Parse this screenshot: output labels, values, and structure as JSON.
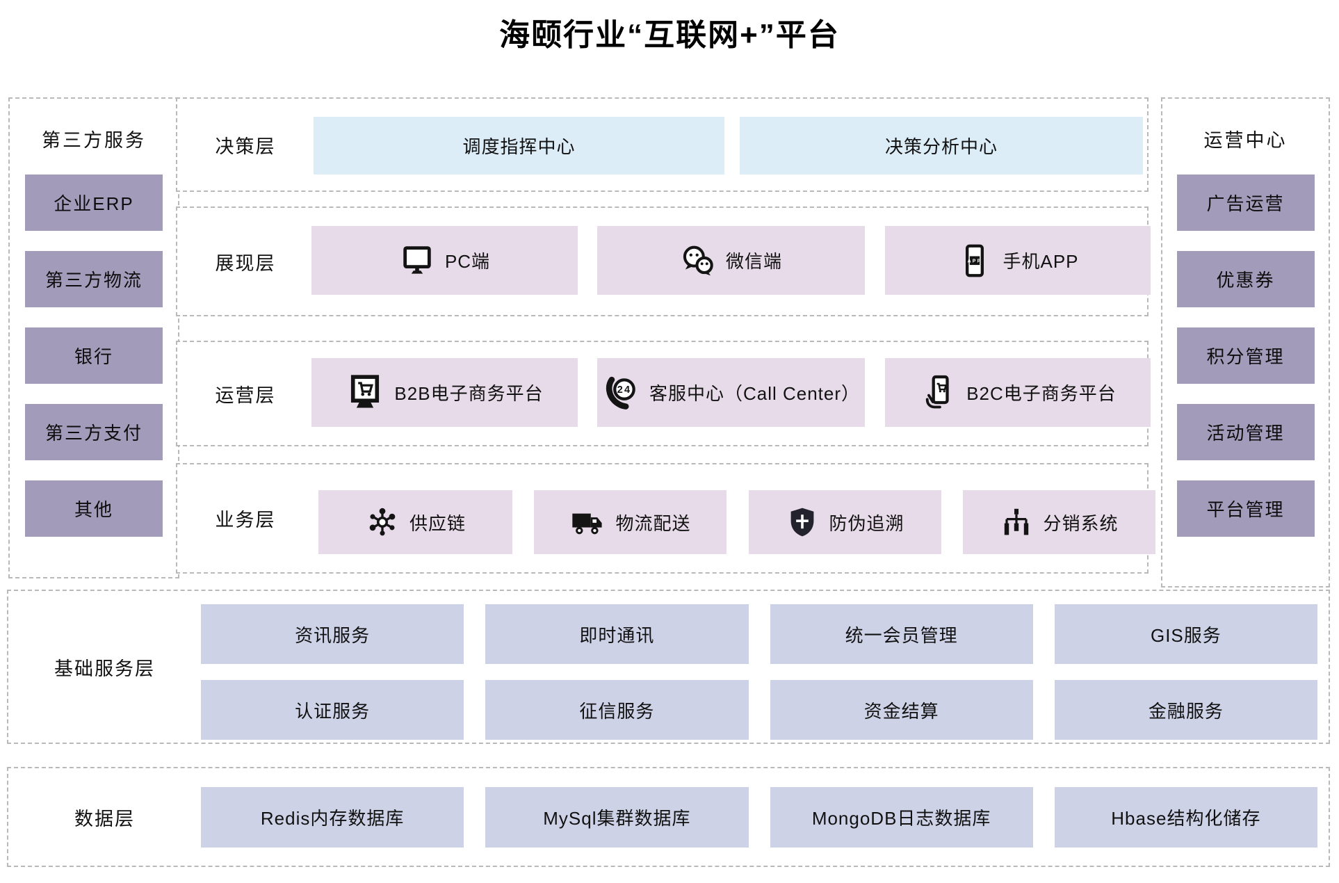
{
  "title": "海颐行业“互联网+”平台",
  "left_sidebar": {
    "title": "第三方服务",
    "items": [
      "企业ERP",
      "第三方物流",
      "银行",
      "第三方支付",
      "其他"
    ]
  },
  "right_sidebar": {
    "title": "运营中心",
    "items": [
      "广告运营",
      "优惠券",
      "积分管理",
      "活动管理",
      "平台管理"
    ]
  },
  "layers": {
    "decision": {
      "label": "决策层",
      "items": [
        {
          "label": "调度指挥中心"
        },
        {
          "label": "决策分析中心"
        }
      ]
    },
    "presentation": {
      "label": "展现层",
      "items": [
        {
          "icon": "monitor-icon",
          "label": "PC端"
        },
        {
          "icon": "wechat-icon",
          "label": "微信端"
        },
        {
          "icon": "smartphone-app-icon",
          "label": "手机APP",
          "icon_text": "APP"
        }
      ]
    },
    "operation": {
      "label": "运营层",
      "items": [
        {
          "icon": "ecommerce-monitor-cart-icon",
          "label": "B2B电子商务平台"
        },
        {
          "icon": "callcenter-24h-phone-icon",
          "label": "客服中心（Call Center）",
          "icon_badge": "24"
        },
        {
          "icon": "hand-phone-cart-icon",
          "label": "B2C电子商务平台"
        }
      ]
    },
    "business": {
      "label": "业务层",
      "items": [
        {
          "icon": "supply-chain-network-icon",
          "label": "供应链"
        },
        {
          "icon": "delivery-truck-icon",
          "label": "物流配送"
        },
        {
          "icon": "anti-counterfeit-shield-icon",
          "label": "防伪追溯"
        },
        {
          "icon": "distribution-tree-icon",
          "label": "分销系统"
        }
      ]
    }
  },
  "base_services": {
    "label": "基础服务层",
    "row1": [
      "资讯服务",
      "即时通讯",
      "统一会员管理",
      "GIS服务"
    ],
    "row2": [
      "认证服务",
      "征信服务",
      "资金结算",
      "金融服务"
    ]
  },
  "data_layer": {
    "label": "数据层",
    "items": [
      "Redis内存数据库",
      "MySql集群数据库",
      "MongoDB日志数据库",
      "Hbase结构化储存"
    ]
  },
  "colors": {
    "decision_box": "#dcedf8",
    "channel_box": "#e8dbe9",
    "service_box": "#cdd2e7",
    "sidebar_box": "#a29cba",
    "dashed_border": "#b9b9b9",
    "text": "#111111",
    "background": "#ffffff"
  }
}
